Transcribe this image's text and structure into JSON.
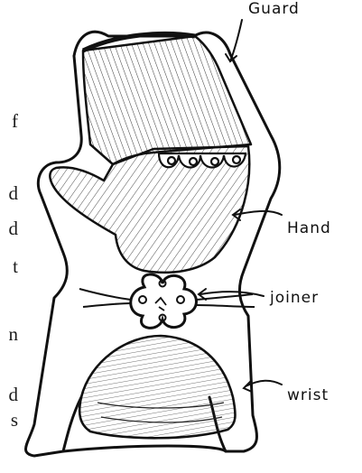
{
  "labels": {
    "guard": "Guard",
    "hand": "Hand",
    "joiner": "joiner",
    "wrist": "wrist"
  },
  "left_edge_text": [
    "f",
    "d",
    "d",
    "t",
    "n",
    "d",
    "s"
  ],
  "colors": {
    "ink": "#111111",
    "paper": "#ffffff"
  }
}
